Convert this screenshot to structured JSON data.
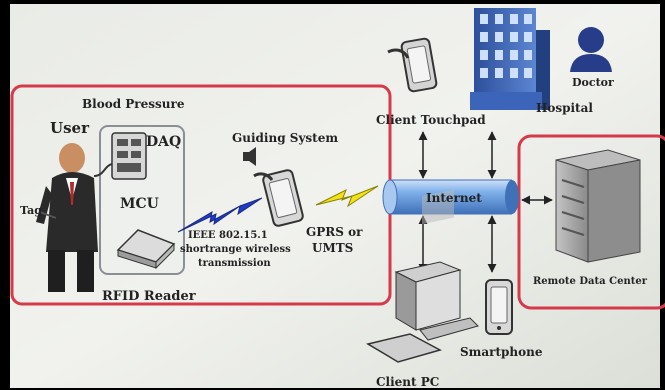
{
  "labels": {
    "blood_pressure": "Blood Pressure",
    "user": "User",
    "daq": "DAQ",
    "tag": "Tag",
    "mcu": "MCU",
    "rfid_reader": "RFID Reader",
    "guiding_system": "Guiding System",
    "ieee_line1": "IEEE 802.15.1",
    "ieee_line2": "shortrange wireless",
    "ieee_line3": "transmission",
    "gprs_line1": "GPRS or",
    "gprs_line2": "UMTS",
    "internet": "Internet",
    "client_touchpad": "Client Touchpad",
    "hospital": "Hospital",
    "doctor": "Doctor",
    "remote_data_center": "Remote Data Center",
    "client_pc": "Client PC",
    "smartphone": "Smartphone"
  },
  "colors": {
    "frame_red": "#d63a4a",
    "internet_blue": "#6a9ee0",
    "lightning_blue": "#1f3cc8",
    "lightning_yellow": "#f1e21a"
  }
}
